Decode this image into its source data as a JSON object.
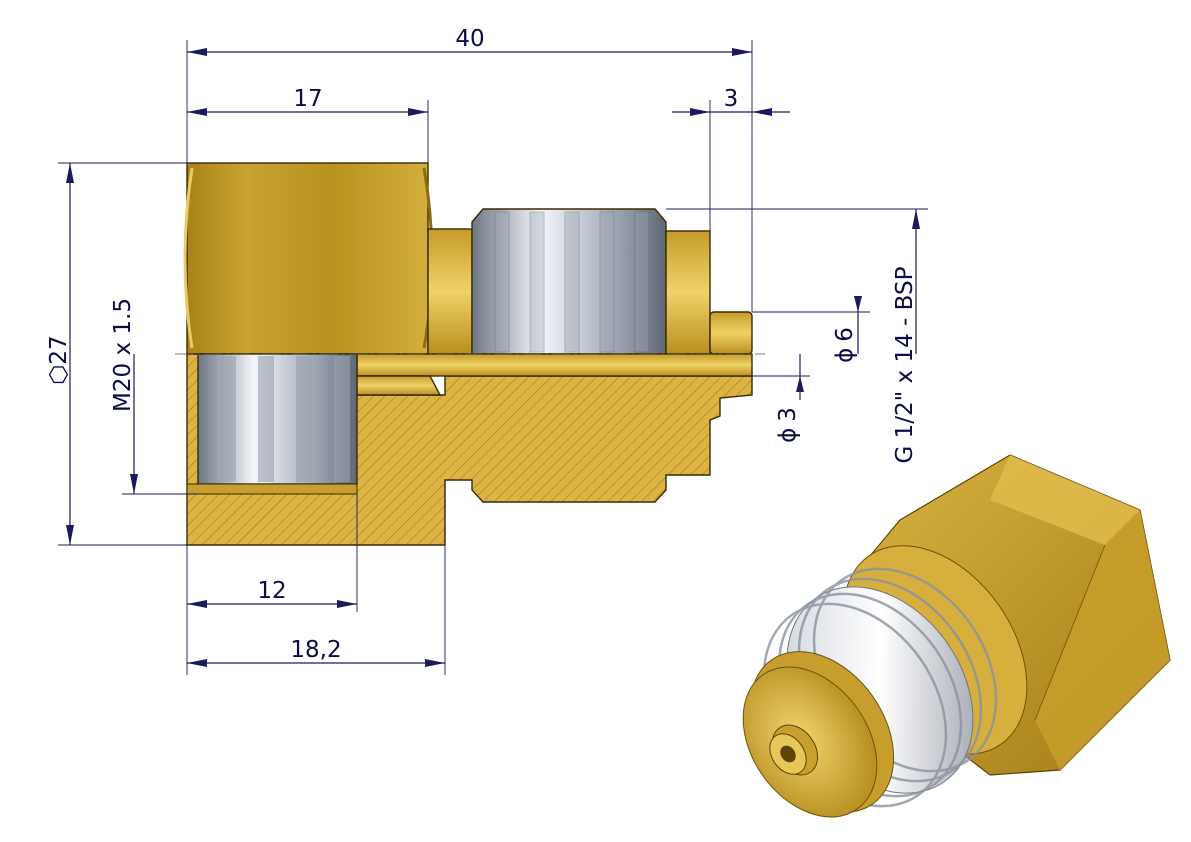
{
  "dimensions": {
    "overall_length": "40",
    "hex_length": "17",
    "tip_length": "3",
    "hex_size": "27",
    "female_thread": "M20 x 1.5",
    "male_thread": "G 1/2\" x 14 - BSP",
    "tip_diameter": "6",
    "bore_diameter": "3",
    "female_thread_depth": "12",
    "body_depth": "18,2"
  },
  "symbols": {
    "diameter": "ϕ",
    "hex": "⬡"
  },
  "colors": {
    "brass": "#c9a232",
    "brass_dark": "#9c7a1a",
    "brass_light": "#e3c35a",
    "section_fill": "#d9b13f",
    "thread_light": "#e8ecf2",
    "thread_dark": "#7b8290",
    "dimension": "#1a1a5e"
  }
}
